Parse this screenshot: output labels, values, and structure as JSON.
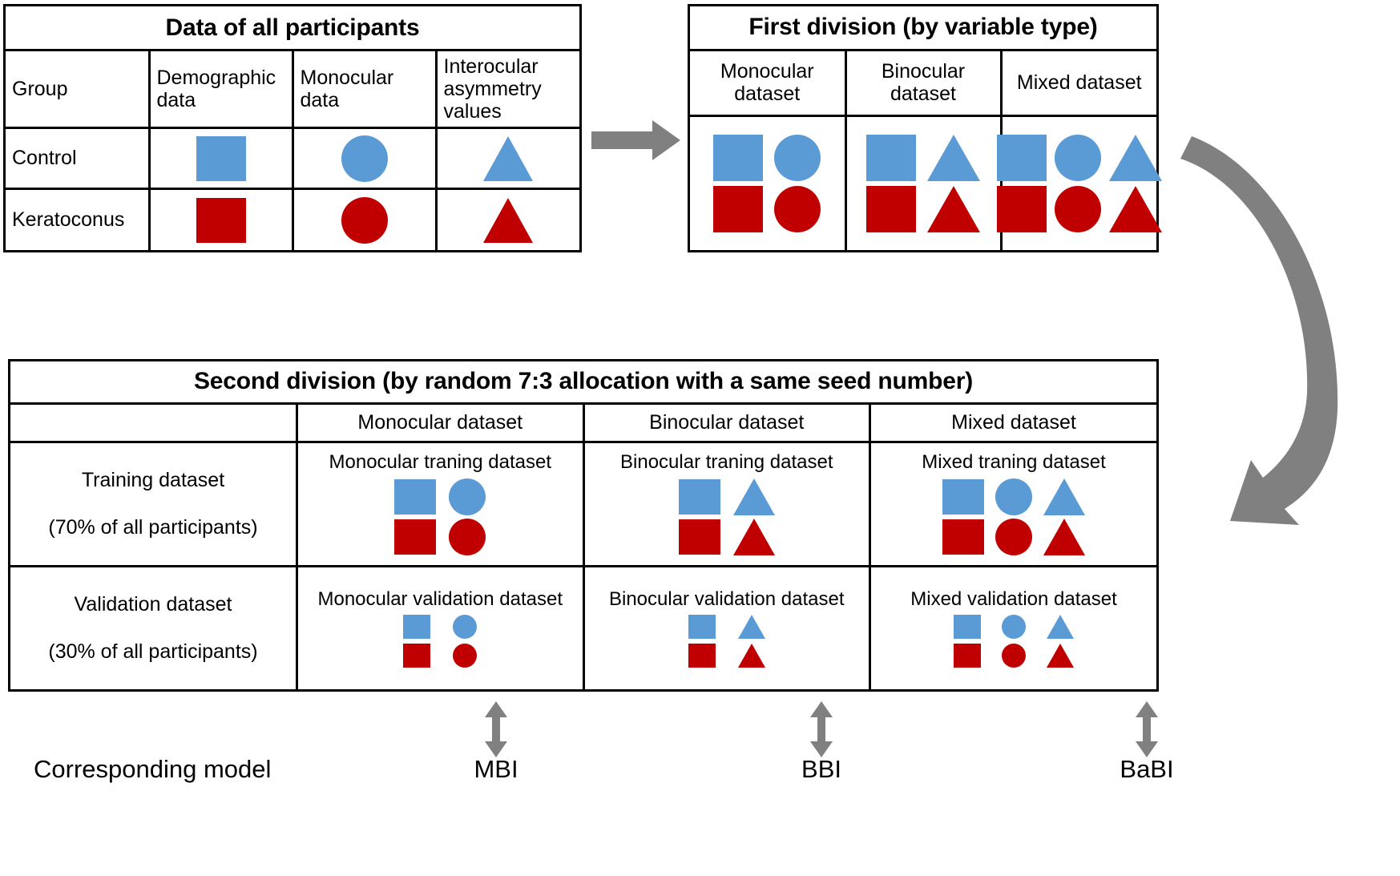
{
  "colors": {
    "blue": "#5B9BD5",
    "red": "#C00000",
    "arrow_gray": "#808080",
    "border": "#000000"
  },
  "panel_all_participants": {
    "title": "Data of all participants",
    "columns": [
      "Group",
      "Demographic data",
      "Monocular data",
      "Interocular asymmetry values"
    ],
    "rows": [
      {
        "group": "Control",
        "shapes": [
          "square",
          "circle",
          "triangle"
        ],
        "color": "blue"
      },
      {
        "group": "Keratoconus",
        "shapes": [
          "square",
          "circle",
          "triangle"
        ],
        "color": "red"
      }
    ]
  },
  "panel_first_division": {
    "title": "First division (by variable type)",
    "columns": [
      "Monocular dataset",
      "Binocular dataset",
      "Mixed dataset"
    ],
    "cells": [
      {
        "dataset": "Monocular dataset",
        "blue": [
          "square",
          "circle"
        ],
        "red": [
          "square",
          "circle"
        ]
      },
      {
        "dataset": "Binocular dataset",
        "blue": [
          "square",
          "triangle"
        ],
        "red": [
          "square",
          "triangle"
        ]
      },
      {
        "dataset": "Mixed dataset",
        "blue": [
          "square",
          "circle",
          "triangle"
        ],
        "red": [
          "square",
          "circle",
          "triangle"
        ]
      }
    ]
  },
  "panel_second_division": {
    "title": "Second division (by random 7:3 allocation with a same seed number)",
    "corner_label": "",
    "column_headers": [
      "Monocular dataset",
      "Binocular dataset",
      "Mixed dataset"
    ],
    "rows": [
      {
        "label_line1": "Training dataset",
        "label_line2": "(70% of all participants)",
        "cells": [
          {
            "caption": "Monocular traning dataset",
            "blue": [
              "square",
              "circle"
            ],
            "red": [
              "square",
              "circle"
            ]
          },
          {
            "caption": "Binocular traning dataset",
            "blue": [
              "square",
              "triangle"
            ],
            "red": [
              "square",
              "triangle"
            ]
          },
          {
            "caption": "Mixed traning dataset",
            "blue": [
              "square",
              "circle",
              "triangle"
            ],
            "red": [
              "square",
              "circle",
              "triangle"
            ]
          }
        ]
      },
      {
        "label_line1": "Validation dataset",
        "label_line2": "(30% of all participants)",
        "cells": [
          {
            "caption": "Monocular validation dataset",
            "blue": [
              "square",
              "circle"
            ],
            "red": [
              "square",
              "circle"
            ]
          },
          {
            "caption": "Binocular validation dataset",
            "blue": [
              "square",
              "triangle"
            ],
            "red": [
              "square",
              "triangle"
            ]
          },
          {
            "caption": "Mixed validation dataset",
            "blue": [
              "square",
              "circle",
              "triangle"
            ],
            "red": [
              "square",
              "circle",
              "triangle"
            ]
          }
        ]
      }
    ]
  },
  "footer": {
    "corresponding_model_label": "Corresponding model",
    "models": [
      "MBI",
      "BBI",
      "BaBI"
    ]
  }
}
